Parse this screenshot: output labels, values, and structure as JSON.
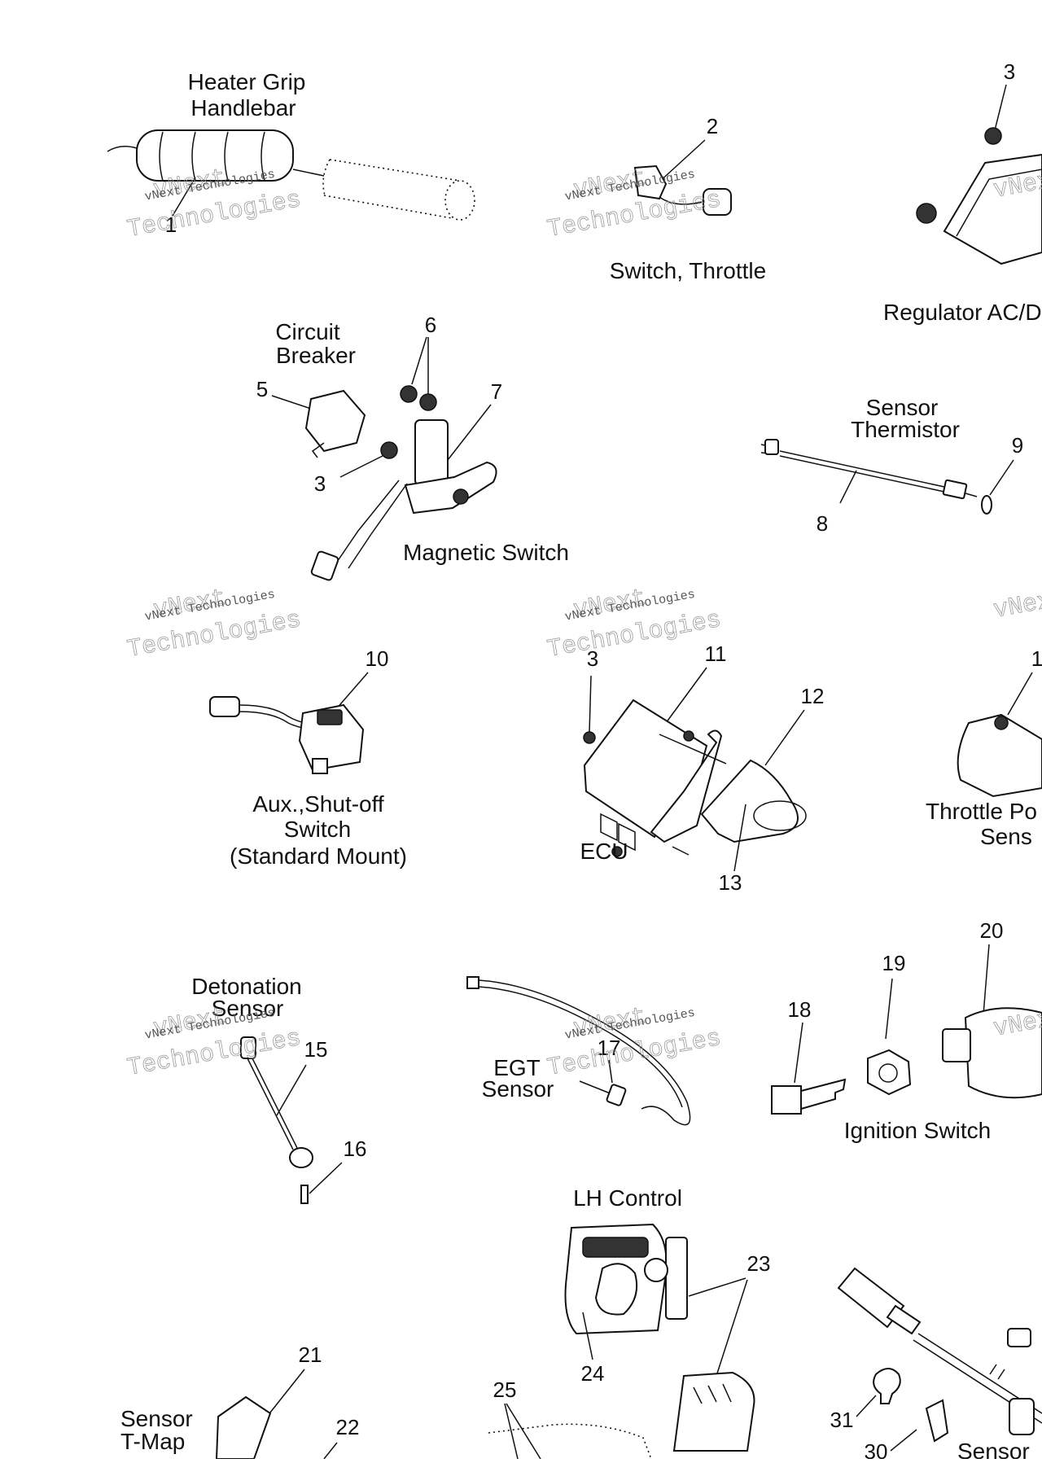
{
  "watermark": {
    "line1": "vNext Technologies",
    "line2": "Technologies",
    "line3": "vNext"
  },
  "labels": {
    "heater_grip": [
      "Heater Grip",
      "Handlebar"
    ],
    "switch_throttle": "Switch, Throttle",
    "regulator": "Regulator AC/D",
    "circuit_breaker": [
      "Circuit",
      "Breaker"
    ],
    "magnetic_switch": "Magnetic Switch",
    "sensor_thermistor": [
      "Sensor",
      "Thermistor"
    ],
    "aux_switch": [
      "Aux.,Shut-off",
      "Switch",
      "(Standard Mount)"
    ],
    "ecu": "ECU",
    "throttle_pos": [
      "Throttle Po",
      "Sens"
    ],
    "detonation": [
      "Detonation",
      "Sensor"
    ],
    "egt": [
      "EGT",
      "Sensor"
    ],
    "ignition": "Ignition Switch",
    "lh_control": "LH Control",
    "sensor_tmap": [
      "Sensor",
      "T-Map"
    ],
    "sensor_br": "Sensor"
  },
  "callouts": {
    "c1": "1",
    "c2": "2",
    "c3a": "3",
    "c3b": "3",
    "c3c": "3",
    "c5": "5",
    "c6": "6",
    "c7": "7",
    "c8": "8",
    "c9": "9",
    "c10": "10",
    "c11": "11",
    "c12": "12",
    "c13": "13",
    "c14": "1",
    "c15": "15",
    "c16": "16",
    "c17": "17",
    "c18": "18",
    "c19": "19",
    "c20": "20",
    "c21": "21",
    "c22": "22",
    "c23": "23",
    "c24": "24",
    "c25": "25",
    "c30": "30",
    "c31": "31"
  }
}
